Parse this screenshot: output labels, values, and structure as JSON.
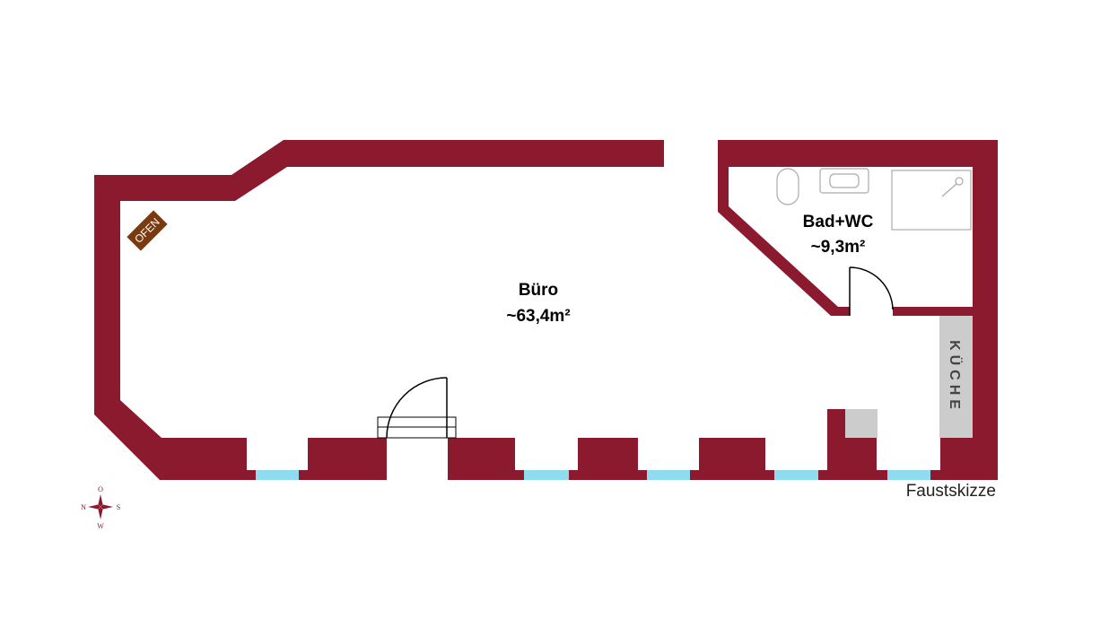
{
  "rooms": {
    "office": {
      "name": "Büro",
      "area": "~63,4m²"
    },
    "bath": {
      "name": "Bad+WC",
      "area": "~9,3m²"
    },
    "kitchen": {
      "name": "KÜCHE"
    }
  },
  "fixtures": {
    "stove": "OFEN"
  },
  "note": "Faustskizze",
  "compass": {
    "n": "N",
    "o": "O",
    "s": "S",
    "w": "W"
  },
  "colors": {
    "wall": "#8b1a2e",
    "window": "#8fdcf0",
    "stove": "#7a3a10",
    "kitchen": "#cccccc",
    "fixture_stroke": "#aaaaaa"
  }
}
